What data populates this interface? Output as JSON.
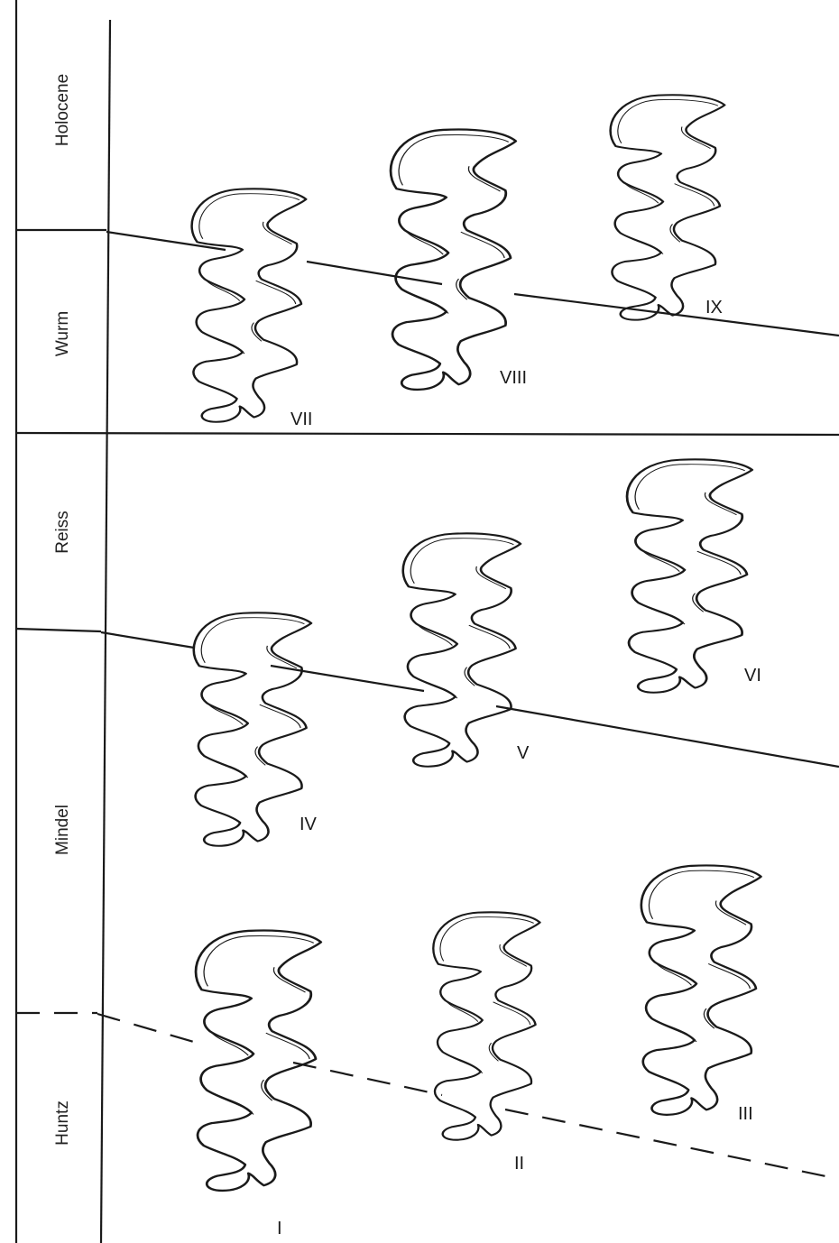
{
  "periods": [
    {
      "id": "holocene",
      "label": "Holocene"
    },
    {
      "id": "wurm",
      "label": "Wurm"
    },
    {
      "id": "reiss",
      "label": "Reiss"
    },
    {
      "id": "mindel",
      "label": "Mindel"
    },
    {
      "id": "huntz",
      "label": "Huntz"
    }
  ],
  "specimens": [
    "I",
    "II",
    "III",
    "IV",
    "V",
    "VI",
    "VII",
    "VIII",
    "IX"
  ],
  "boundaries": [
    {
      "id": "holocene-wurm",
      "style": "solid"
    },
    {
      "id": "wurm-reiss",
      "style": "solid"
    },
    {
      "id": "reiss-mindel",
      "style": "solid"
    },
    {
      "id": "mindel-huntz",
      "style": "dashed"
    }
  ],
  "colors": {
    "ink": "#1a1a1a",
    "paper": "#ffffff"
  }
}
